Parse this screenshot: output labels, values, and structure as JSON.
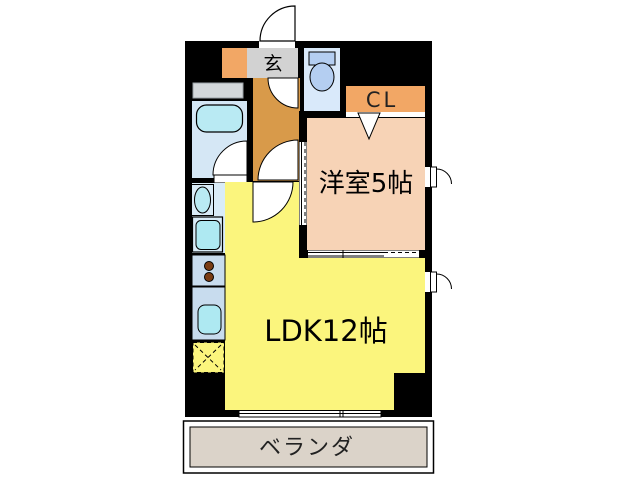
{
  "plan": {
    "type": "apartment-floor-plan",
    "labels": {
      "entrance": "玄",
      "closet": "CL",
      "western_room": "洋室5帖",
      "ldk": "LDK12帖",
      "veranda": "ベランダ"
    },
    "rooms": [
      {
        "name": "entrance-genkan",
        "label": "玄"
      },
      {
        "name": "closet",
        "label": "CL"
      },
      {
        "name": "western-room",
        "label": "洋室5帖",
        "size_jo": 5
      },
      {
        "name": "living-dining-kitchen",
        "label": "LDK12帖",
        "size_jo": 12
      },
      {
        "name": "veranda",
        "label": "ベランダ"
      }
    ],
    "colors": {
      "wall": "#000000",
      "entrance_floor": "#d2d2d2",
      "shoe_cabinet": "#f2a765",
      "closet": "#f2a765",
      "hallway": "#d89a4a",
      "western_room": "#f7d3b6",
      "ldk": "#fbf57d",
      "veranda": "#dbd3c9",
      "bathroom": "#d5e7f5",
      "bathtub": "#b9eaf3",
      "toilet_room": "#d9e9fa",
      "toilet_fixture": "#b4cef1",
      "washroom": "#d9ecf8",
      "kitchen_unit": "#c8dcee",
      "kitchen_sink": "#aee9f2",
      "stove_burner": "#7a3c14",
      "utility": "#d3d7da",
      "door_swing": "#ffffff"
    }
  }
}
